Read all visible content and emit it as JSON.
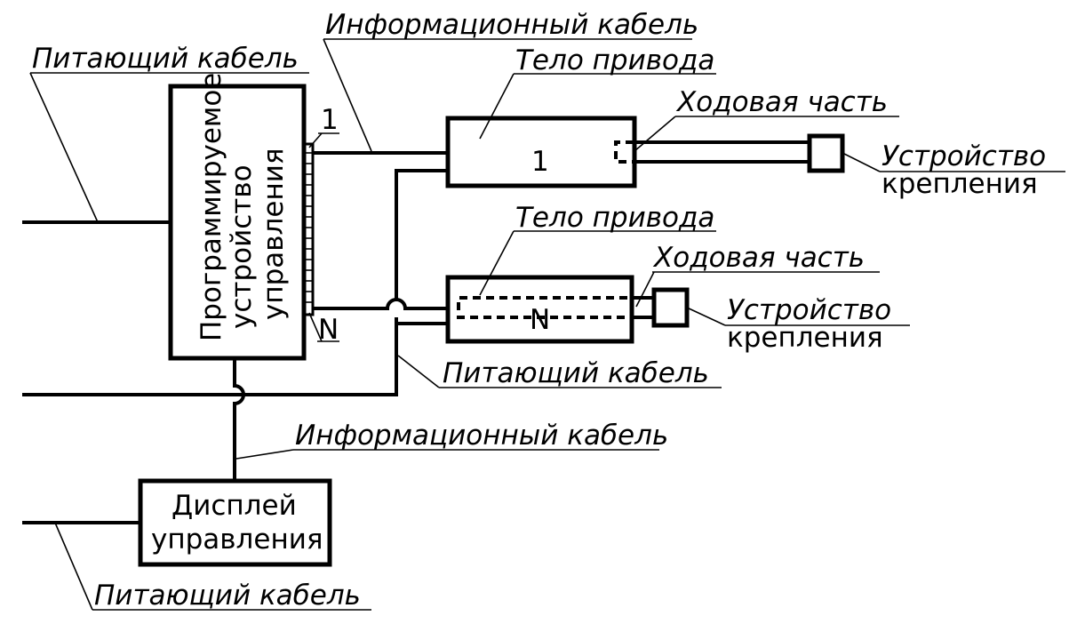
{
  "labels": {
    "info_cable_top": "Информационный кабель",
    "power_cable_top": "Питающий кабель",
    "drive_body_1": "Тело привода",
    "running_part_1": "Ходовая часть",
    "mount_device_1_line1": "Устройство",
    "mount_device_1_line2": "крепления",
    "drive_body_n": "Тело привода",
    "running_part_n": "Ходовая часть",
    "mount_device_n_line1": "Устройство",
    "mount_device_n_line2": "крепления",
    "power_cable_mid": "Питающий кабель",
    "info_cable_bottom": "Информационный кабель",
    "power_cable_bottom": "Питающий кабель",
    "controller_line1": "Программируемое",
    "controller_line2": "устройство",
    "controller_line3": "управления",
    "display_line1": "Дисплей",
    "display_line2": "управления",
    "port_first": "1",
    "port_last": "N",
    "drive_1_number": "1",
    "drive_n_number": "N"
  }
}
